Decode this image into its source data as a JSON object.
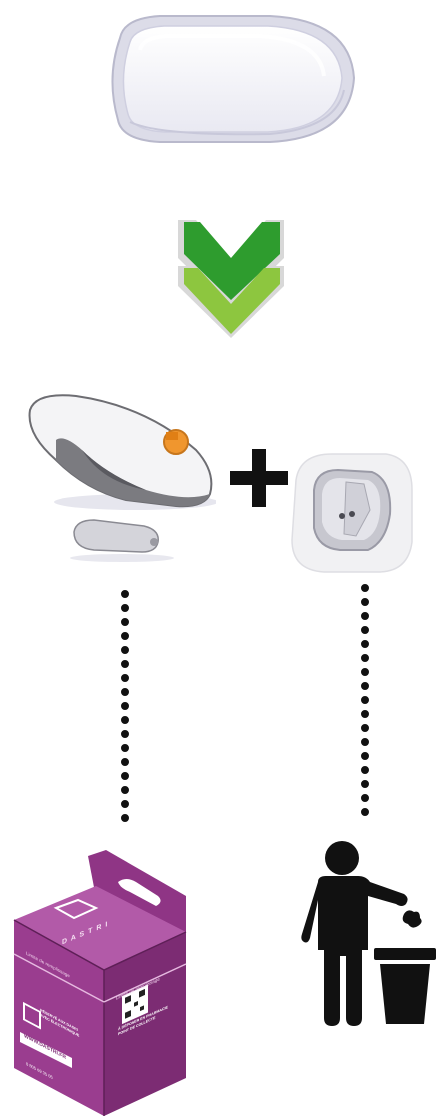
{
  "box": {
    "panel_top_text": "Limite de remplissage",
    "panel_side_text": "Limite de remplissage",
    "dasri_letters": [
      "D",
      "A",
      "S",
      "T",
      "R",
      "I"
    ],
    "line1": "RÉSERVÉ AUX DASRI",
    "line2": "AVEC ÉLECTRONIQUE",
    "line3": "À DÉPOSER EN PHARMACIE",
    "line4": "POINT DE COLLECTE",
    "website": "WWW.DASTRI.FR",
    "phone": "0 805 69 35 05"
  },
  "colors": {
    "arrow_dark": "#2e9c2e",
    "arrow_light": "#8dc63f",
    "box_purple": "#9a3d8f",
    "box_purple_dark": "#7c2c73"
  },
  "icons": {
    "sensor": "sensor-pod-icon",
    "arrow": "double-chevron-down-icon",
    "applicator": "applicator-icon",
    "plus": "plus-icon",
    "patch": "adhesive-patch-icon",
    "waste_box": "dasri-box-icon",
    "trash": "person-trash-icon"
  }
}
